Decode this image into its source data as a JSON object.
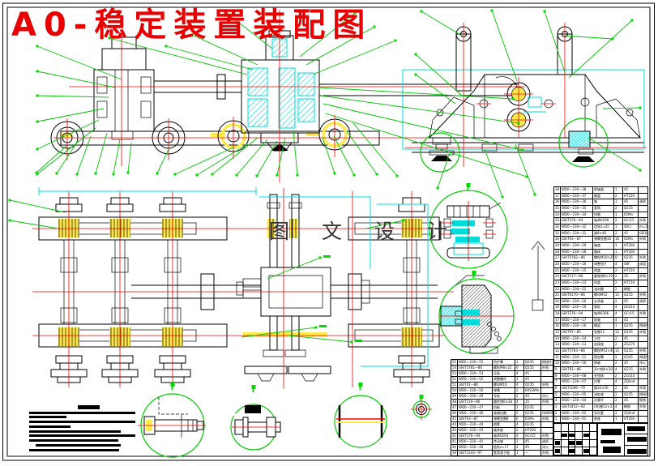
{
  "page": {
    "title": "A0-稳定装置装配图",
    "watermark": "图 文 设 计"
  },
  "colors": {
    "title_red": "#e80000",
    "centerline_red": "#f00000",
    "leader_green": "#00c400",
    "detail_circle_green": "#00cc00",
    "hatch_cyan": "#00dcdc",
    "highlight_yellow": "#ffe94d",
    "line_black": "#000000",
    "background": "#ffffff",
    "watermark_gray": "#343434"
  },
  "bom_right": {
    "rows": [
      [
        "38",
        "WD0—230—38",
        "联轴器",
        "1",
        "45",
        ""
      ],
      [
        "37",
        "WD0—230—37",
        "端盖",
        "2",
        "HT150",
        ""
      ],
      [
        "36",
        "WD0—230—36",
        "轴",
        "1",
        "45",
        "调质"
      ],
      [
        "35",
        "WD0—230—35",
        "套筒",
        "2",
        "Q235",
        ""
      ],
      [
        "34",
        "WD0—230—34",
        "挡圈",
        "1",
        "65Mn",
        ""
      ],
      [
        "33",
        "GB/T276—94",
        "轴承6208",
        "2",
        "GCr15",
        "外购"
      ],
      [
        "32",
        "WD0—230—32",
        "齿轮z=41",
        "1",
        "40Cr",
        "m=3"
      ],
      [
        "31",
        "WD0—230—31",
        "键8×40",
        "2",
        "45",
        "GB1096"
      ],
      [
        "30",
        "GB/T93—87",
        "弹簧垫圈10",
        "16",
        "65Mn",
        "外购"
      ],
      [
        "29",
        "WD0—230—29",
        "箱盖",
        "1",
        "HT200",
        ""
      ],
      [
        "28",
        "WD0—230—28",
        "箱体",
        "1",
        "HT200",
        ""
      ],
      [
        "27",
        "GB/T5782—86",
        "螺栓M10×35",
        "8",
        "Q235",
        "外购"
      ],
      [
        "26",
        "WD0—230—26",
        "调整垫片",
        "4",
        "08F",
        "成组"
      ],
      [
        "25",
        "WD0—230—25",
        "透盖",
        "2",
        "HT150",
        ""
      ],
      [
        "24",
        "GB/T117—86",
        "圆锥销8×30",
        "2",
        "35",
        "外购"
      ],
      [
        "23",
        "WD0—230—23",
        "闷盖",
        "2",
        "HT150",
        ""
      ],
      [
        "22",
        "WD0—230—22",
        "油封圈",
        "2",
        "橡胶",
        ""
      ],
      [
        "21",
        "GB/T6170—86",
        "螺母M12",
        "12",
        "Q235",
        "外购"
      ],
      [
        "20",
        "WD0—230—20",
        "支承轴",
        "2",
        "45",
        "调质"
      ],
      [
        "19",
        "WD0—230—19",
        "滚轮",
        "4",
        "ZG310",
        ""
      ],
      [
        "18",
        "GB/T276—94",
        "轴承6306",
        "4",
        "GCr15",
        "外购"
      ],
      [
        "17",
        "WD0—230—17",
        "轮轴",
        "4",
        "45",
        ""
      ],
      [
        "16",
        "WD0—230—16",
        "横梁",
        "1",
        "Q235",
        "焊接件"
      ],
      [
        "15",
        "GB/T97—85",
        "垫圈12",
        "12",
        "Q235",
        "外购"
      ],
      [
        "14",
        "WD0—230—14",
        "立柱",
        "2",
        "45",
        ""
      ],
      [
        "13",
        "WD0—230—13",
        "连接座",
        "2",
        "ZG270",
        ""
      ],
      [
        "12",
        "GB/T5783—86",
        "螺栓M12×40",
        "12",
        "Q235",
        "外购"
      ],
      [
        "11",
        "WD0—230—11",
        "稳定臂",
        "2",
        "Q345",
        "焊接件"
      ],
      [
        "10",
        "WD0—230—10",
        "销轴",
        "2",
        "45",
        "淬火"
      ],
      [
        "9",
        "GB/T91—86",
        "开口销4×30",
        "4",
        "Q215",
        "外购"
      ],
      [
        "8",
        "WD0—230—08",
        "夹钳体",
        "2",
        "ZG310",
        ""
      ],
      [
        "7",
        "WD0—230—07",
        "衬套",
        "4",
        "ZQSn6",
        ""
      ],
      [
        "6",
        "GB/T1096—79",
        "键10×50",
        "2",
        "45",
        "外购"
      ],
      [
        "5",
        "WD0—230—05",
        "油缸座",
        "2",
        "Q235",
        "焊接件"
      ],
      [
        "4",
        "WD0—230—04",
        "活塞杆",
        "2",
        "45",
        "镀铬"
      ],
      [
        "3",
        "GB/T3452—92",
        "O形圈52×3.5",
        "4",
        "橡胶",
        "外购"
      ],
      [
        "2",
        "WD0—230—02",
        "导向套",
        "2",
        "ZQSn6",
        ""
      ],
      [
        "1",
        "WD0—230—01",
        "底座",
        "1",
        "HT200",
        ""
      ]
    ]
  },
  "bom_left": {
    "rows": [
      [
        "55",
        "WD0—230—55",
        "防护罩",
        "1",
        "Q235",
        "焊接件"
      ],
      [
        "54",
        "GB/T5781—86",
        "螺栓M8×25",
        "6",
        "Q235",
        "外购"
      ],
      [
        "53",
        "WD0—230—53",
        "压板",
        "4",
        "45",
        ""
      ],
      [
        "52",
        "WD0—230—52",
        "调整螺杆",
        "2",
        "45",
        ""
      ],
      [
        "51",
        "GB/T41—86",
        "螺母M16",
        "4",
        "Q235",
        "外购"
      ],
      [
        "50",
        "WD0—230—50",
        "弹簧",
        "2",
        "60Si2Mn",
        ""
      ],
      [
        "49",
        "WD0—230—49",
        "导轨",
        "2",
        "45",
        "淬火"
      ],
      [
        "48",
        "GB/T119—86",
        "圆柱销6×28",
        "4",
        "35",
        "外购"
      ],
      [
        "47",
        "WD0—230—47",
        "挡板",
        "2",
        "Q235",
        ""
      ],
      [
        "46",
        "WD0—230—46",
        "轴端挡圈",
        "2",
        "Q235",
        "GB892"
      ],
      [
        "45",
        "GB/T93—87",
        "弹簧垫圈8",
        "6",
        "65Mn",
        "外购"
      ],
      [
        "44",
        "WD0—230—44",
        "隔套",
        "4",
        "Q235",
        ""
      ],
      [
        "43",
        "WD0—230—43",
        "轴承座",
        "2",
        "HT200",
        ""
      ],
      [
        "42",
        "GB/T276—94",
        "轴承6204",
        "4",
        "GCr15",
        "外购"
      ],
      [
        "41",
        "WD0—230—41",
        "传动轴",
        "1",
        "45",
        "调质"
      ],
      [
        "40",
        "WD0—230—40",
        "链轮z=17",
        "2",
        "45",
        "淬火"
      ],
      [
        "39",
        "GB/T1243—97",
        "套筒滚子链",
        "1",
        "—",
        "外购"
      ]
    ]
  }
}
